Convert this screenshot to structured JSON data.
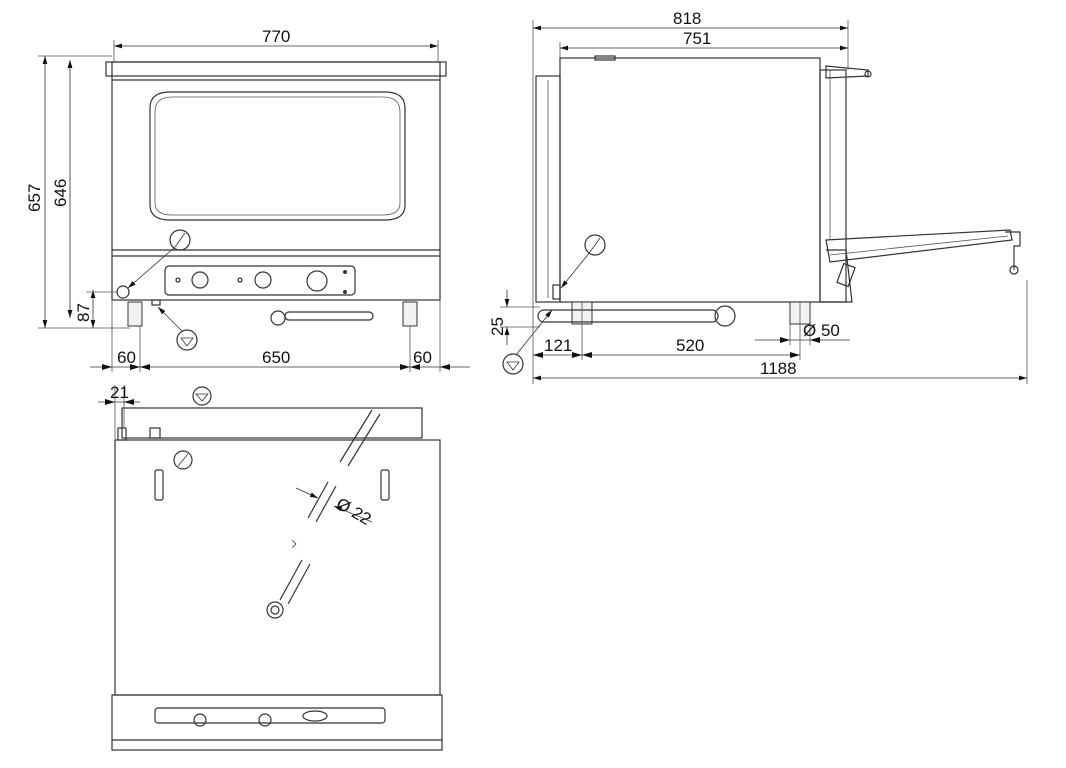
{
  "front_view": {
    "dimensions": {
      "overall_width": "770",
      "overall_height": "657",
      "body_height": "646",
      "foot_height": "87",
      "left_offset": "60",
      "foot_spacing": "650",
      "right_offset": "60"
    },
    "symbols": [
      "water-inlet-symbol",
      "ground-symbol"
    ]
  },
  "side_view": {
    "dimensions": {
      "overall_depth": "818",
      "body_depth": "751",
      "drain_height": "25",
      "rear_offset": "121",
      "foot_depth_spacing": "520",
      "foot_diameter": "Ø 50",
      "depth_door_open": "1188"
    }
  },
  "top_view": {
    "dimensions": {
      "side_offset": "21",
      "hose_diameter": "Ø 22"
    }
  }
}
